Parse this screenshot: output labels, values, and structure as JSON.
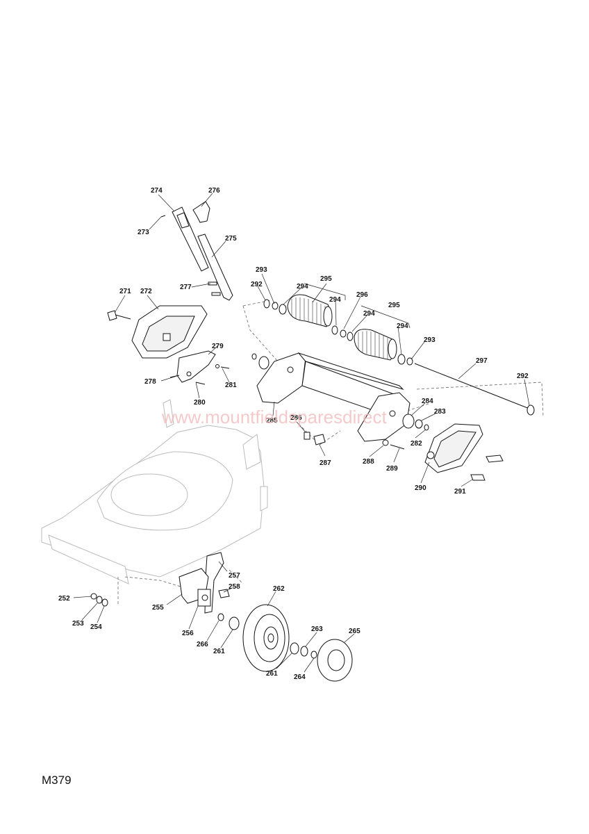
{
  "page_code": "M379",
  "watermark": "www.mountfieldsparesdirect",
  "labels": {
    "p274": "274",
    "p276": "276",
    "p273": "273",
    "p275": "275",
    "p271": "271",
    "p272": "272",
    "p277": "277",
    "p279": "279",
    "p278": "278",
    "p280": "280",
    "p281": "281",
    "p293a": "293",
    "p292a": "292",
    "p294a": "294",
    "p295a": "295",
    "p294b": "294",
    "p296": "296",
    "p295b": "295",
    "p294c": "294",
    "p294d": "294",
    "p293b": "293",
    "p297": "297",
    "p292b": "292",
    "p285": "285",
    "p286": "286",
    "p284": "284",
    "p283": "283",
    "p282": "282",
    "p287": "287",
    "p288": "288",
    "p289": "289",
    "p290": "290",
    "p291": "291",
    "p257": "257",
    "p258": "258",
    "p262": "262",
    "p252": "252",
    "p255": "255",
    "p253": "253",
    "p254": "254",
    "p256": "256",
    "p266": "266",
    "p261a": "261",
    "p263": "263",
    "p265": "265",
    "p261b": "261",
    "p264": "264"
  }
}
